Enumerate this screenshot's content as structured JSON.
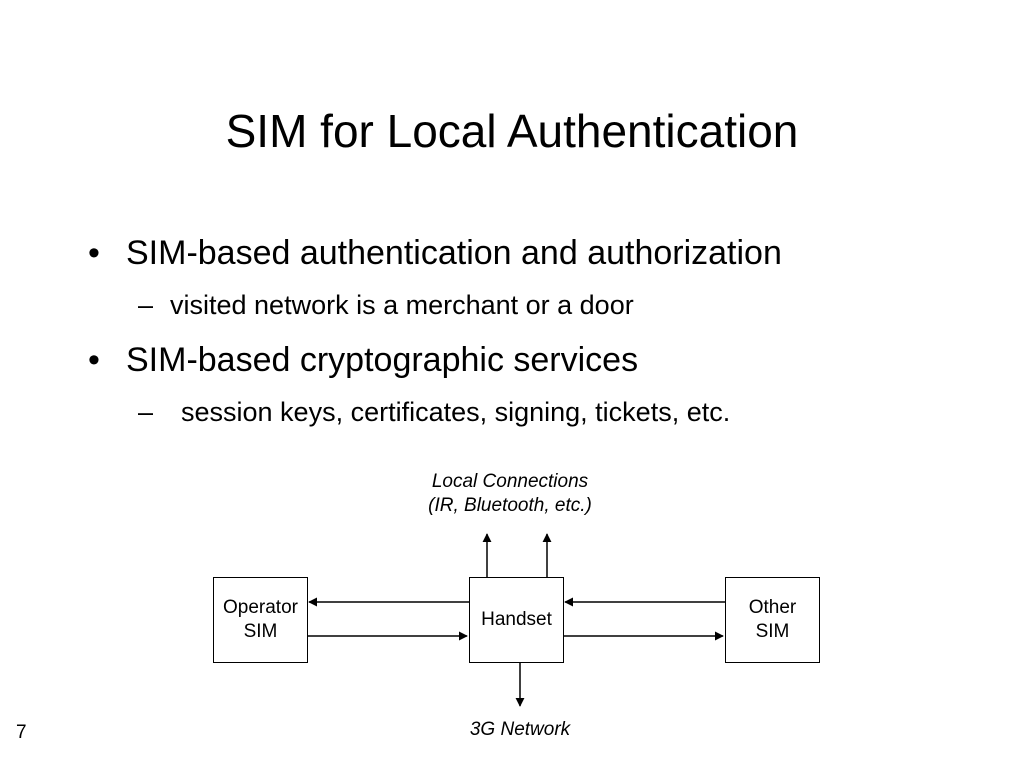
{
  "slide": {
    "title": "SIM for Local Authentication",
    "page_number": "7"
  },
  "bullets": [
    {
      "text": "SIM-based authentication and authorization",
      "marker": "•",
      "sub": {
        "marker": "–",
        "text": "visited network is a merchant or a door"
      }
    },
    {
      "text": "SIM-based cryptographic services",
      "marker": "•",
      "sub": {
        "marker": "–",
        "text": "session keys, certificates, signing, tickets, etc."
      }
    }
  ],
  "diagram": {
    "local_connections": {
      "line1": "Local Connections",
      "line2": "(IR, Bluetooth, etc.)"
    },
    "operator_sim": {
      "line1": "Operator",
      "line2": "SIM"
    },
    "handset": {
      "label": "Handset"
    },
    "other_sim": {
      "line1": "Other",
      "line2": "SIM"
    },
    "network": {
      "label": "3G Network"
    }
  }
}
